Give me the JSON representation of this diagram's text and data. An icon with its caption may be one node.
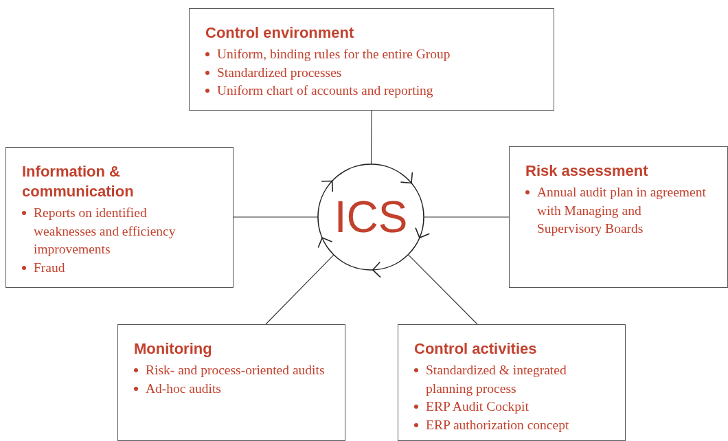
{
  "diagram": {
    "nodes": [
      {
        "text": [
          "Control environment",
          "Uniform, binding rules for the entire Group",
          "Standardized processes",
          "Uniform chart of accounts and reporting"
        ]
      },
      {
        "text": [
          "Information & communication",
          "Reports on identified weaknesses and efficiency improvements",
          "Fraud"
        ]
      },
      {
        "text": [
          "ICS"
        ]
      },
      {
        "text": [
          "Risk assessment",
          "Annual audit plan in agreement with Managing and Supervisory Boards"
        ]
      },
      {
        "text": [
          "Monitoring",
          "Risk- and process-oriented audits",
          "Ad-hoc audits"
        ]
      },
      {
        "text": [
          "Control activities",
          "Standardized & integrated planning process",
          "ERP Audit Cockpit",
          "ERP authorization concept"
        ]
      }
    ],
    "edges": [
      {
        "from": 0,
        "to": 2,
        "arrow": "none"
      },
      {
        "from": 1,
        "to": 2,
        "arrow": "none"
      },
      {
        "from": 3,
        "to": 2,
        "arrow": "none"
      },
      {
        "from": 4,
        "to": 2,
        "arrow": "none"
      },
      {
        "from": 5,
        "to": 2,
        "arrow": "none"
      }
    ]
  }
}
